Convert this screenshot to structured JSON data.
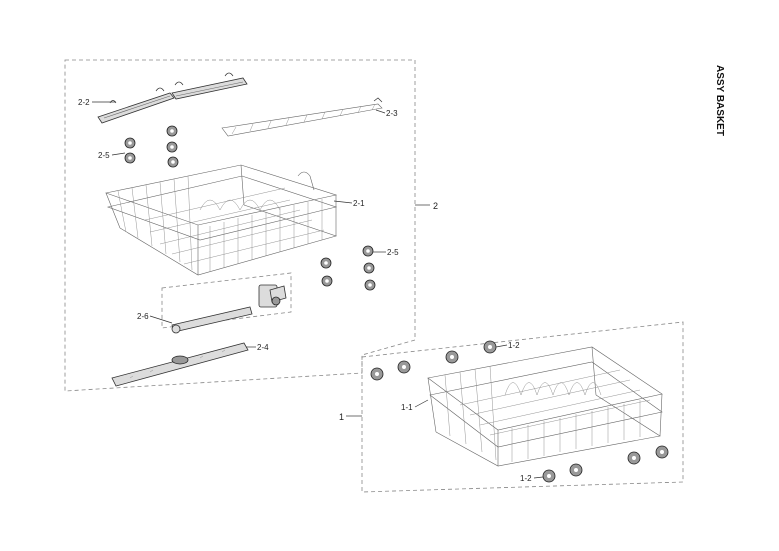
{
  "title": "ASSY BASKET",
  "callouts": {
    "c2_2": "2-2",
    "c2_3": "2-3",
    "c2_5a": "2-5",
    "c2_1": "2-1",
    "c2": "2",
    "c2_5b": "2-5",
    "c2_6": "2-6",
    "c2_4": "2-4",
    "c1_2a": "1-2",
    "c1_1": "1-1",
    "c1": "1",
    "c1_2b": "1-2"
  }
}
